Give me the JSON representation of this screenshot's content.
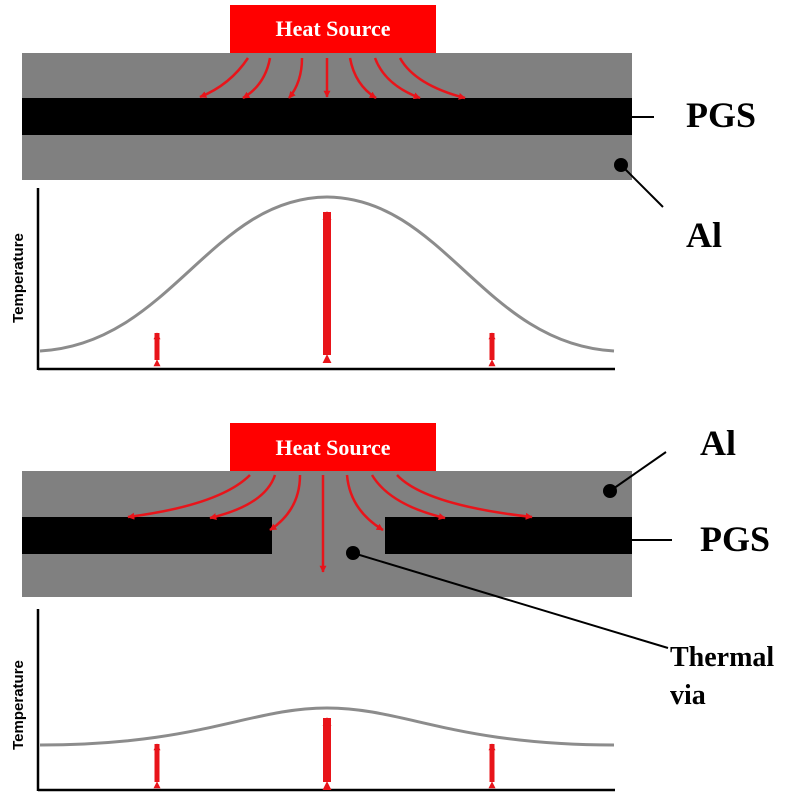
{
  "colors": {
    "heat_source": "#ff0000",
    "aluminum": "#808080",
    "pgs": "#000000",
    "heat_flow_arrow": "#e8141a",
    "temperature_curve": "#8c8c8c"
  },
  "top_panel": {
    "heat_source_label": "Heat Source",
    "pgs_label": "PGS",
    "al_label": "Al",
    "graph_ylabel": "Temperature",
    "pgs_layer": "continuous"
  },
  "bottom_panel": {
    "heat_source_label": "Heat Source",
    "al_label": "Al",
    "pgs_label": "PGS",
    "via_label_line1": "Thermal",
    "via_label_line2": "via",
    "graph_ylabel": "Temperature",
    "pgs_layer": "split by thermal via"
  }
}
